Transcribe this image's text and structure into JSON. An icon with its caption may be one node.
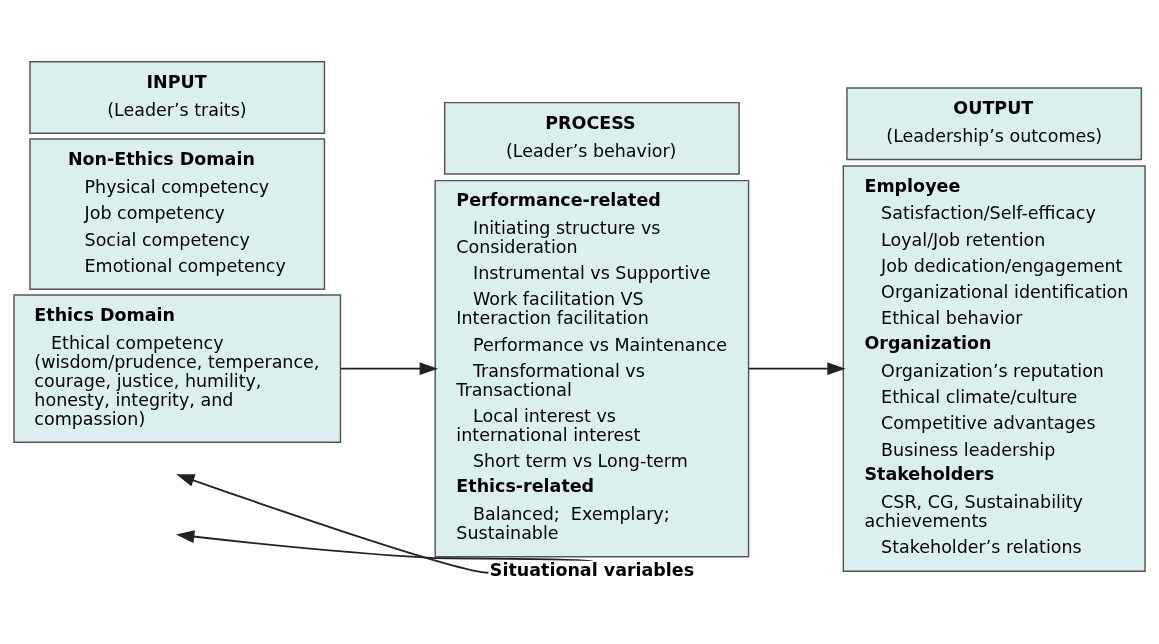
{
  "diagram": {
    "nodes": [
      {
        "text": [
          "INPUT",
          "(Leader’s traits)"
        ]
      },
      {
        "text": [
          "Non-Ethics Domain",
          "Physical competency",
          "Job competency",
          "Social competency",
          "Emotional competency"
        ]
      },
      {
        "text": [
          "Ethics Domain",
          "Ethical competency (wisdom/prudence, temperance, courage, justice, humility, honesty, integrity, and compassion)"
        ]
      },
      {
        "text": [
          "PROCESS",
          "(Leader’s behavior)"
        ]
      },
      {
        "text": [
          "Performance-related",
          "Initiating structure vs Consideration",
          "Instrumental vs Supportive",
          "Work facilitation VS Interaction facilitation",
          "Performance vs Maintenance",
          "Transformational vs Transactional",
          "Local interest vs international interest",
          "Short term vs Long-term",
          "Ethics-related",
          "Balanced;  Exemplary; Sustainable"
        ]
      },
      {
        "text": [
          "OUTPUT",
          "(Leadership’s outcomes)"
        ]
      },
      {
        "text": [
          "Employee",
          "Satisfaction/Self-efficacy",
          "Loyal/Job retention",
          "Job dedication/engagement",
          "Organizational identification",
          "Ethical behavior",
          "Organization",
          "Organization’s reputation",
          "Ethical climate/culture",
          "Competitive advantages",
          "Business leadership",
          "Stakeholders",
          "CSR, CG, Sustainability achievements",
          "Stakeholder’s relations"
        ]
      },
      {
        "text": [
          "Situational variables"
        ]
      }
    ],
    "edges": [
      {
        "from": 2,
        "to": 4,
        "arrow": "to"
      },
      {
        "from": 4,
        "to": 6,
        "arrow": "to"
      },
      {
        "from": 7,
        "to": null,
        "arrow": "to"
      },
      {
        "from": 7,
        "to": null,
        "arrow": "to"
      }
    ]
  }
}
